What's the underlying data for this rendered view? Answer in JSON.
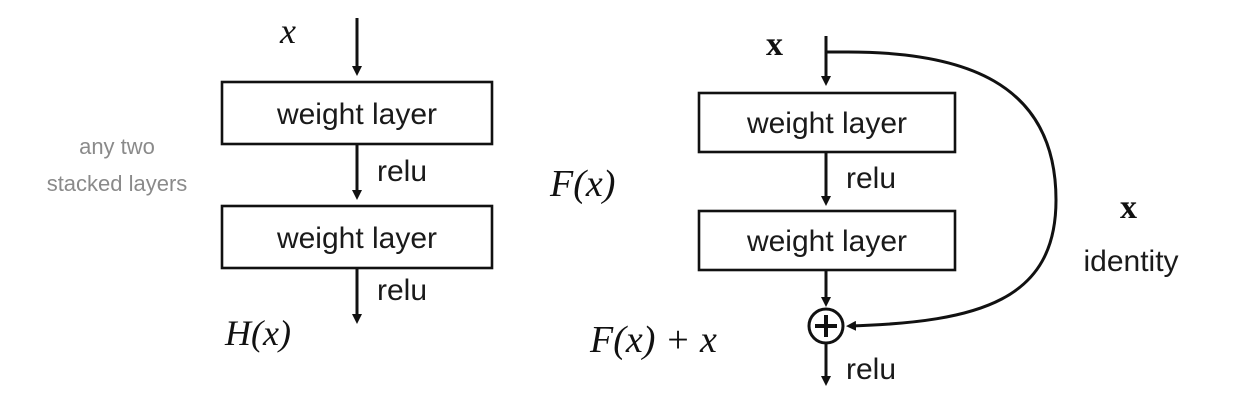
{
  "plain_block": {
    "input_label": "x",
    "layer1_label": "weight layer",
    "relu1_label": "relu",
    "layer2_label": "weight layer",
    "relu2_label": "relu",
    "output_label": "H(x)",
    "note_line1": "any two",
    "note_line2": "stacked layers"
  },
  "residual_block": {
    "input_label": "x",
    "residual_label": "F(x)",
    "layer1_label": "weight layer",
    "relu1_label": "relu",
    "layer2_label": "weight layer",
    "sum_label": "F(x) + x",
    "output_relu_label": "relu",
    "shortcut_label": "x",
    "identity_label": "identity"
  }
}
